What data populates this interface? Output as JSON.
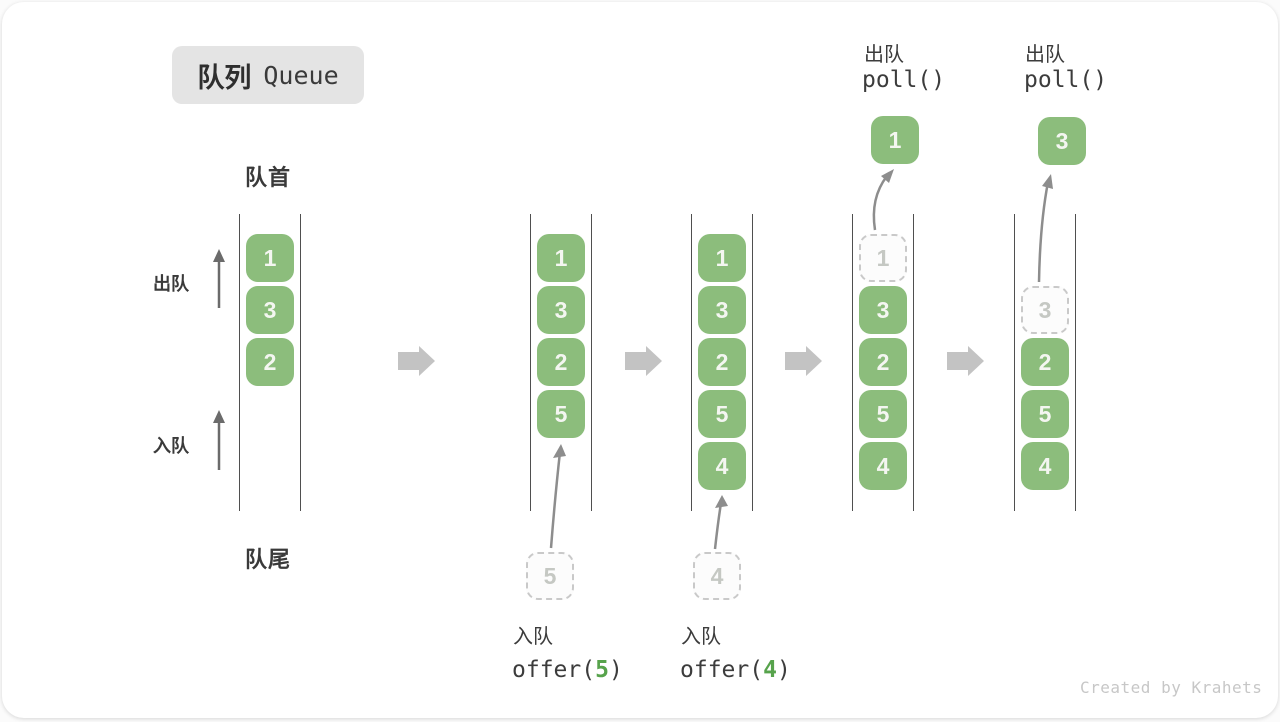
{
  "title": {
    "zh": "队列",
    "en": "Queue"
  },
  "labels": {
    "front": "队首",
    "rear": "队尾",
    "dequeue": "出队",
    "enqueue": "入队"
  },
  "columns": [
    {
      "boxes": [
        {
          "v": "1"
        },
        {
          "v": "3"
        },
        {
          "v": "2"
        }
      ]
    },
    {
      "boxes": [
        {
          "v": "1"
        },
        {
          "v": "3"
        },
        {
          "v": "2"
        },
        {
          "v": "5"
        }
      ],
      "pending": "5",
      "op_label": "入队",
      "code_pre": "offer(",
      "code_arg": "5",
      "code_post": ")"
    },
    {
      "boxes": [
        {
          "v": "1"
        },
        {
          "v": "3"
        },
        {
          "v": "2"
        },
        {
          "v": "5"
        },
        {
          "v": "4"
        }
      ],
      "pending": "4",
      "op_label": "入队",
      "code_pre": "offer(",
      "code_arg": "4",
      "code_post": ")"
    },
    {
      "boxes": [
        {
          "v": "1",
          "removed": true
        },
        {
          "v": "3"
        },
        {
          "v": "2"
        },
        {
          "v": "5"
        },
        {
          "v": "4"
        }
      ],
      "popped": "1",
      "op_label": "出队",
      "code": "poll()"
    },
    {
      "boxes": [
        {
          "v": "3",
          "removed": true
        },
        {
          "v": "2"
        },
        {
          "v": "5"
        },
        {
          "v": "4"
        }
      ],
      "popped": "3",
      "op_label": "出队",
      "code": "poll()"
    }
  ],
  "watermark": "Created by Krahets",
  "colors": {
    "box_green": "#8cbd7c",
    "code_green": "#57a34c",
    "badge_bg": "#e4e4e4",
    "wall": "#4f4f4f",
    "block_arrow": "#c3c3c3",
    "thin_arrow": "#6b6b6b"
  }
}
